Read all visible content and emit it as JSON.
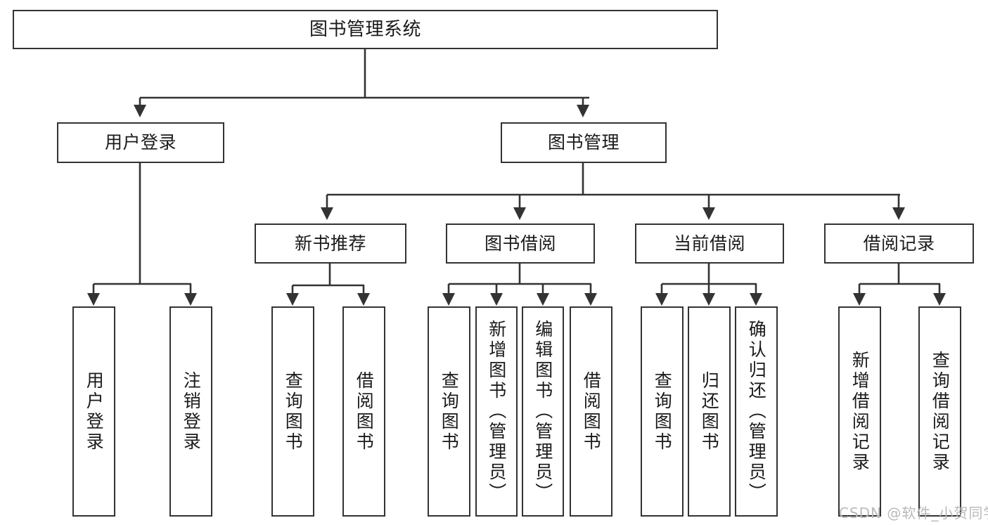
{
  "diagram": {
    "title": "图书管理系统",
    "type": "tree-hierarchy-chart",
    "watermark": "CSDN @软件_小贺同学",
    "colors": {
      "border": "#333333",
      "fill": "#ffffff",
      "text": "#1a1a1a",
      "edge": "#333333",
      "watermark": "#b9b9b9",
      "background": "#ffffff"
    },
    "nodes": {
      "root": {
        "label": "图书管理系统",
        "level": 0,
        "orientation": "horizontal"
      },
      "l1_user_login": {
        "label": "用户登录",
        "level": 1,
        "orientation": "horizontal"
      },
      "l1_book_manage": {
        "label": "图书管理",
        "level": 1,
        "orientation": "horizontal"
      },
      "l2_new_book_rec": {
        "label": "新书推荐",
        "level": 2,
        "orientation": "horizontal"
      },
      "l2_book_borrow": {
        "label": "图书借阅",
        "level": 2,
        "orientation": "horizontal"
      },
      "l2_current_borrow": {
        "label": "当前借阅",
        "level": 2,
        "orientation": "horizontal"
      },
      "l2_borrow_record": {
        "label": "借阅记录",
        "level": 2,
        "orientation": "horizontal"
      },
      "l3_user_login": {
        "label": "用户登录",
        "level": 3,
        "orientation": "vertical"
      },
      "l3_logout": {
        "label": "注销登录",
        "level": 3,
        "orientation": "vertical"
      },
      "l3_query_books_a": {
        "label": "查询图书",
        "level": 3,
        "orientation": "vertical"
      },
      "l3_borrow_books_a": {
        "label": "借阅图书",
        "level": 3,
        "orientation": "vertical"
      },
      "l3_query_books_b": {
        "label": "查询图书",
        "level": 3,
        "orientation": "vertical"
      },
      "l3_add_book": {
        "label": "新增图书（管理员）",
        "level": 3,
        "orientation": "vertical"
      },
      "l3_edit_book": {
        "label": "编辑图书（管理员）",
        "level": 3,
        "orientation": "vertical"
      },
      "l3_borrow_books_b": {
        "label": "借阅图书",
        "level": 3,
        "orientation": "vertical"
      },
      "l3_query_books_c": {
        "label": "查询图书",
        "level": 3,
        "orientation": "vertical"
      },
      "l3_return_book": {
        "label": "归还图书",
        "level": 3,
        "orientation": "vertical"
      },
      "l3_confirm_return": {
        "label": "确认归还（管理员）",
        "level": 3,
        "orientation": "vertical"
      },
      "l3_add_record": {
        "label": "新增借阅记录",
        "level": 3,
        "orientation": "vertical"
      },
      "l3_query_record": {
        "label": "查询借阅记录",
        "level": 3,
        "orientation": "vertical"
      }
    },
    "hierarchy": [
      {
        "label": "图书管理系统",
        "children": [
          {
            "label": "用户登录",
            "children": [
              {
                "label": "用户登录"
              },
              {
                "label": "注销登录"
              }
            ]
          },
          {
            "label": "图书管理",
            "children": [
              {
                "label": "新书推荐",
                "children": [
                  {
                    "label": "查询图书"
                  },
                  {
                    "label": "借阅图书"
                  }
                ]
              },
              {
                "label": "图书借阅",
                "children": [
                  {
                    "label": "查询图书"
                  },
                  {
                    "label": "新增图书（管理员）"
                  },
                  {
                    "label": "编辑图书（管理员）"
                  },
                  {
                    "label": "借阅图书"
                  }
                ]
              },
              {
                "label": "当前借阅",
                "children": [
                  {
                    "label": "查询图书"
                  },
                  {
                    "label": "归还图书"
                  },
                  {
                    "label": "确认归还（管理员）"
                  }
                ]
              },
              {
                "label": "借阅记录",
                "children": [
                  {
                    "label": "新增借阅记录"
                  },
                  {
                    "label": "查询借阅记录"
                  }
                ]
              }
            ]
          }
        ]
      }
    ]
  }
}
